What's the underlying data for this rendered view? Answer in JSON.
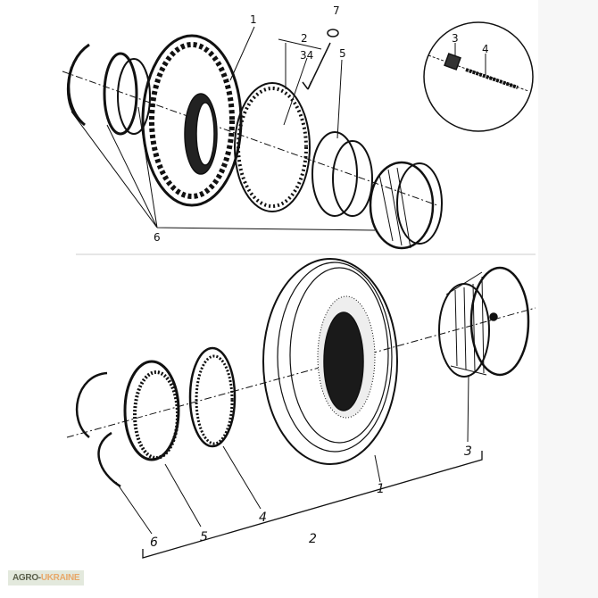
{
  "top_assembly": {
    "labels": {
      "tire": "1",
      "tube_group": "2",
      "tube_parts": "34",
      "flap": "7",
      "rim": "5",
      "rings": "6"
    },
    "inset_labels": {
      "valve_nut": "3",
      "valve_stem": "4"
    }
  },
  "bottom_assembly": {
    "labels": {
      "tire": "1",
      "group": "2",
      "rim": "3",
      "ring_4": "4",
      "ring_5": "5",
      "lock_ring": "6"
    }
  },
  "watermark": {
    "part1": "AGRO-",
    "part2": "UKRAINE"
  }
}
